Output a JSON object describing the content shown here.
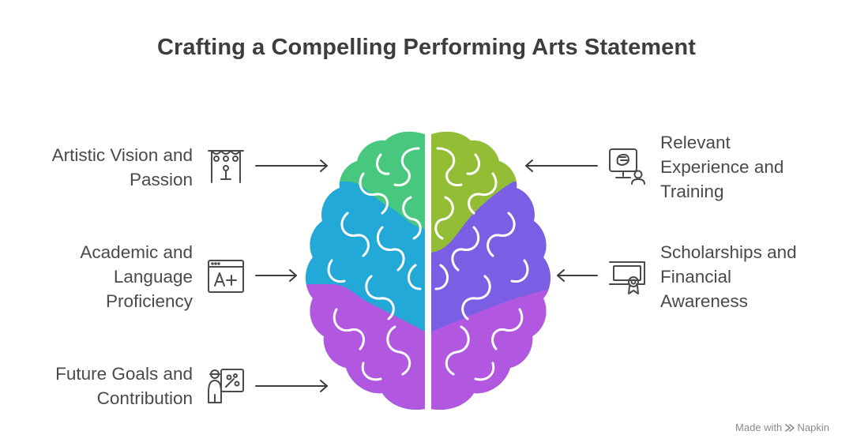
{
  "title": "Crafting a Compelling Performing Arts Statement",
  "items": [
    {
      "id": "artistic-vision",
      "lines": [
        "Artistic Vision and",
        "Passion"
      ],
      "side": "left",
      "icon": "stage-icon",
      "color": "#48c87e"
    },
    {
      "id": "academic-language",
      "lines": [
        "Academic and",
        "Language",
        "Proficiency"
      ],
      "side": "left",
      "icon": "grade-icon",
      "color": "#22a9d8"
    },
    {
      "id": "future-goals",
      "lines": [
        "Future Goals and",
        "Contribution"
      ],
      "side": "left",
      "icon": "painter-icon",
      "color": "#b157e0"
    },
    {
      "id": "relevant-experience",
      "lines": [
        "Relevant",
        "Experience and",
        "Training"
      ],
      "side": "right",
      "icon": "presentation-icon",
      "color": "#92bd35"
    },
    {
      "id": "scholarships",
      "lines": [
        "Scholarships and",
        "Financial",
        "Awareness"
      ],
      "side": "right",
      "icon": "certificate-icon",
      "color": "#7a5fe5"
    }
  ],
  "credit": {
    "made_with": "Made with",
    "brand": "Napkin"
  }
}
